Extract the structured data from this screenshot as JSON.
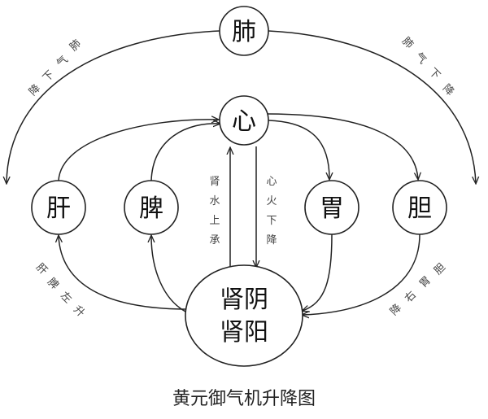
{
  "nodes": {
    "lung": "肺",
    "heart": "心",
    "liver": "肝",
    "spleen": "脾",
    "stomach": "胃",
    "gallbladder": "胆",
    "kidney_yin": "肾阴",
    "kidney_yang": "肾阳"
  },
  "labels": {
    "lung_left": [
      "肺",
      "气",
      "下",
      "降"
    ],
    "lung_right": [
      "肺",
      "气",
      "下",
      "降"
    ],
    "liver_spleen": [
      "肝",
      "脾",
      "左",
      "升"
    ],
    "gall_stomach": [
      "胆",
      "胃",
      "右",
      "降"
    ],
    "kidney_water": [
      "肾",
      "水",
      "上",
      "承"
    ],
    "heart_fire": [
      "心",
      "火",
      "下",
      "降"
    ]
  },
  "caption": "黄元御气机升降图",
  "colors": {
    "stroke": "#222222",
    "text": "#111111"
  }
}
